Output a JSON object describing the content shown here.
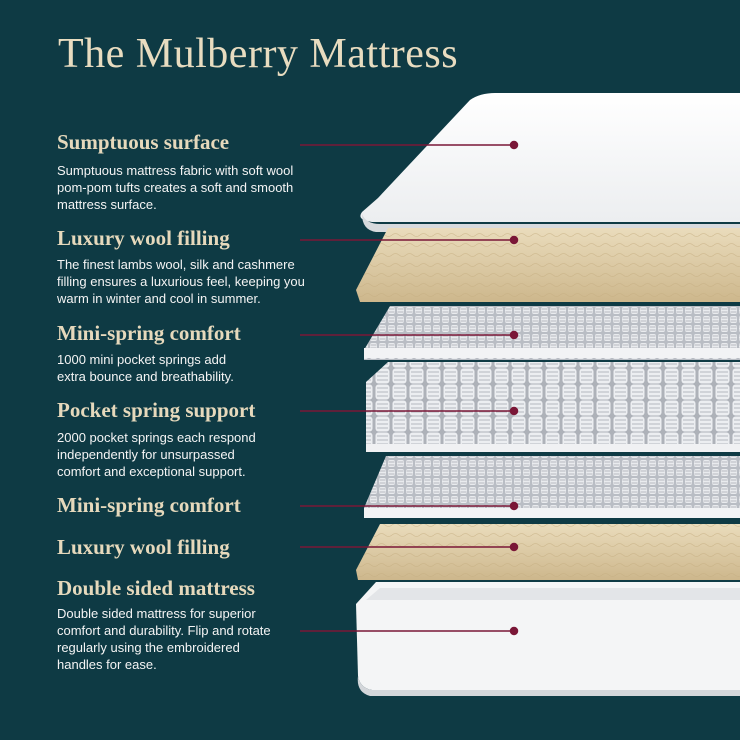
{
  "title": "The Mulberry Mattress",
  "colors": {
    "background": "#0e3a44",
    "heading": "#e6d9bc",
    "leader": "#7a1737",
    "wool": "#dcc9a3",
    "spring": "#c9ccd1"
  },
  "layers": [
    {
      "heading": "Sumptuous surface",
      "description": [
        "Sumptuous mattress fabric with soft wool",
        "pom-pom tufts creates a soft and smooth",
        "mattress surface."
      ]
    },
    {
      "heading": "Luxury wool filling",
      "description": [
        "The finest lambs wool, silk and cashmere",
        "filling ensures a luxurious feel, keeping you",
        "warm in winter and cool in summer."
      ]
    },
    {
      "heading": "Mini-spring comfort",
      "description": [
        "1000 mini pocket springs add",
        "extra bounce and breathability."
      ]
    },
    {
      "heading": "Pocket spring support",
      "description": [
        "2000 pocket springs each respond",
        "independently for unsurpassed",
        "comfort and exceptional support."
      ]
    },
    {
      "heading": "Mini-spring comfort",
      "description": []
    },
    {
      "heading": "Luxury wool filling",
      "description": []
    },
    {
      "heading": "Double sided mattress",
      "description": [
        "Double sided mattress for superior",
        "comfort and durability. Flip and rotate",
        "regularly using the embroidered",
        "handles for ease."
      ]
    }
  ]
}
